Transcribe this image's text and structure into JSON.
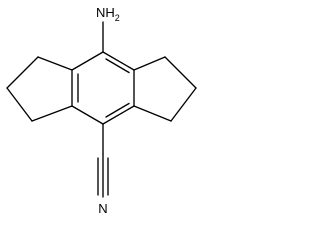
{
  "structure": {
    "amino_group": {
      "symbol": "NH",
      "subscript": "2"
    },
    "nitrile_nitrogen": "N"
  },
  "colors": {
    "bonds": "#000000",
    "labels": "#000000",
    "background": "#ffffff"
  }
}
